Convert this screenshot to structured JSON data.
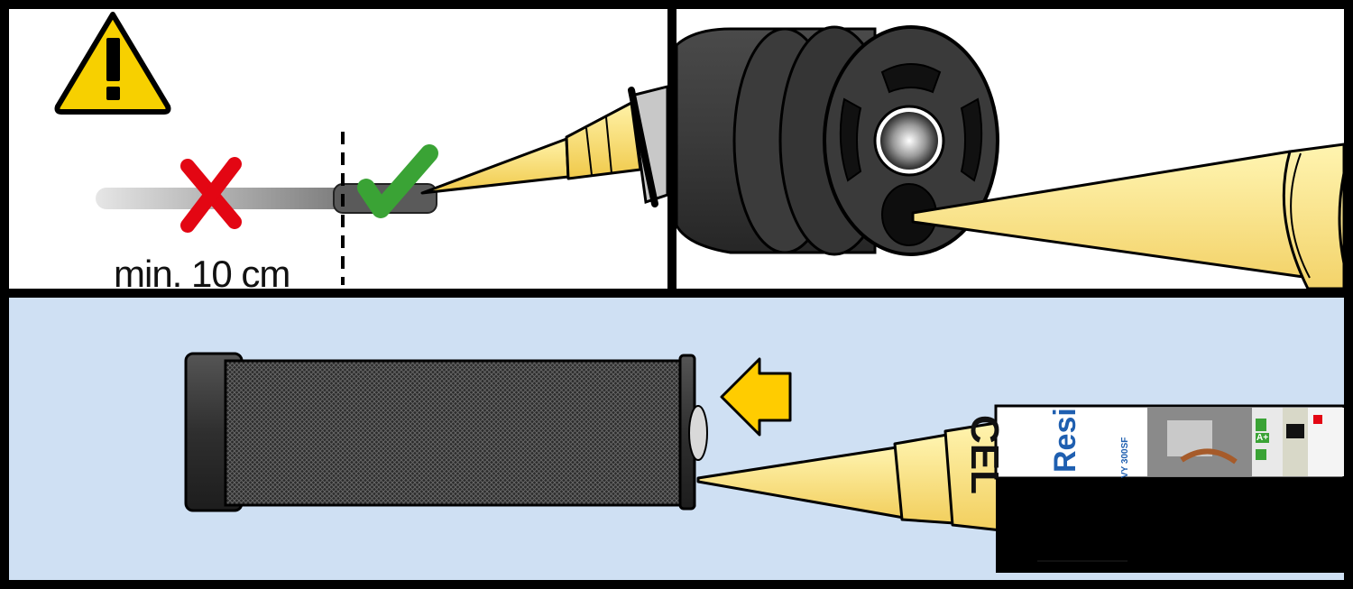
{
  "distance_label": "min. 10 cm",
  "cartridge_label": {
    "brand": "CEL",
    "product": "Resi",
    "code": "VY 300SF",
    "badge": "A+"
  },
  "colors": {
    "warning_yellow": "#f7d000",
    "arrow_yellow": "#ffcc00",
    "nozzle_yellow": "#fde98a",
    "check_green": "#3aa335",
    "cross_red": "#e30613",
    "panel_blue": "#cfe0f3",
    "outline": "#000000"
  },
  "icons": [
    "warning-icon",
    "cross-icon",
    "check-icon",
    "arrow-left-icon"
  ]
}
